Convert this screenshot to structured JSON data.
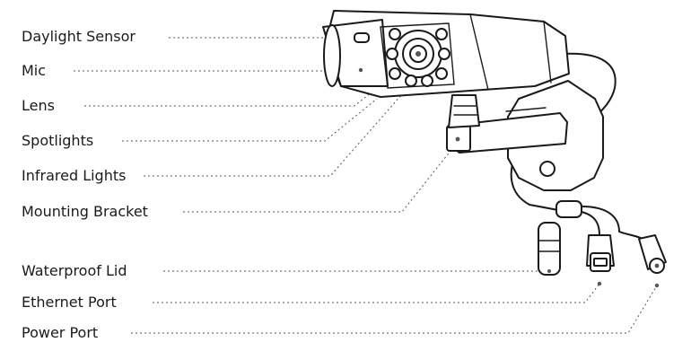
{
  "labels": {
    "daylight_sensor": "Daylight Sensor",
    "mic": "Mic",
    "lens": "Lens",
    "spotlights": "Spotlights",
    "infrared_lights": "Infrared Lights",
    "mounting_bracket": "Mounting Bracket",
    "waterproof_lid": "Waterproof Lid",
    "ethernet_port": "Ethernet Port",
    "power_port": "Power Port"
  }
}
